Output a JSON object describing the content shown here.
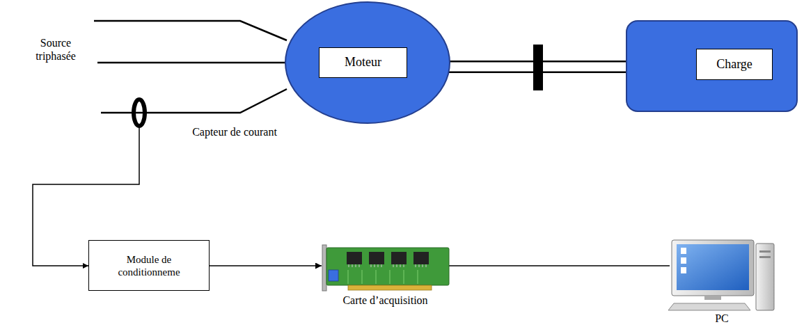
{
  "diagram": {
    "nodes": [
      {
        "text": [
          "Moteur"
        ]
      },
      {
        "text": [
          "Charge"
        ]
      },
      {
        "text": [
          "Module de conditionneme"
        ]
      },
      {
        "text": [
          "Carte d’acquisition"
        ]
      },
      {
        "text": [
          "PC"
        ]
      }
    ],
    "edges": [
      {
        "from": 0,
        "to": 1,
        "arrow": "none"
      },
      {
        "from": 2,
        "to": 3,
        "arrow": "to"
      },
      {
        "from": 3,
        "to": 4,
        "arrow": "none"
      }
    ],
    "labels": [
      "Source triphasée",
      "Capteur de courant"
    ]
  }
}
